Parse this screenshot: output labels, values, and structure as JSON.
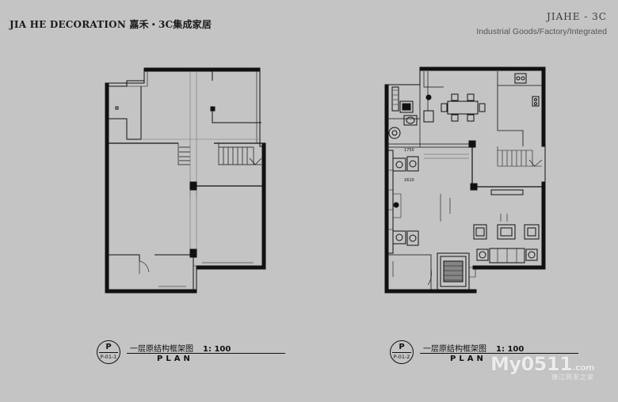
{
  "header": {
    "brand_left": "JIA HE DECORATION 嘉禾・3C集成家居",
    "brand_right_title": "JIAHE - 3C",
    "brand_right_subtitle": "Industrial Goods/Factory/Integrated"
  },
  "plans": [
    {
      "badge_letter": "P",
      "badge_code": "P-01-1",
      "title": "一层原结构框架图",
      "scale": "1: 100",
      "subtitle": "PLAN"
    },
    {
      "badge_letter": "P",
      "badge_code": "P-01-2",
      "title": "一层原结构框架图",
      "scale": "1: 100",
      "subtitle": "PLAN"
    }
  ],
  "dimensions": {
    "dim1": "1750",
    "dim2": "1610"
  },
  "watermark": {
    "logo": "My0511",
    "url": ".com",
    "tagline": "镇江网友之家"
  },
  "colors": {
    "background": "#c4c4c4",
    "line": "#111111"
  }
}
